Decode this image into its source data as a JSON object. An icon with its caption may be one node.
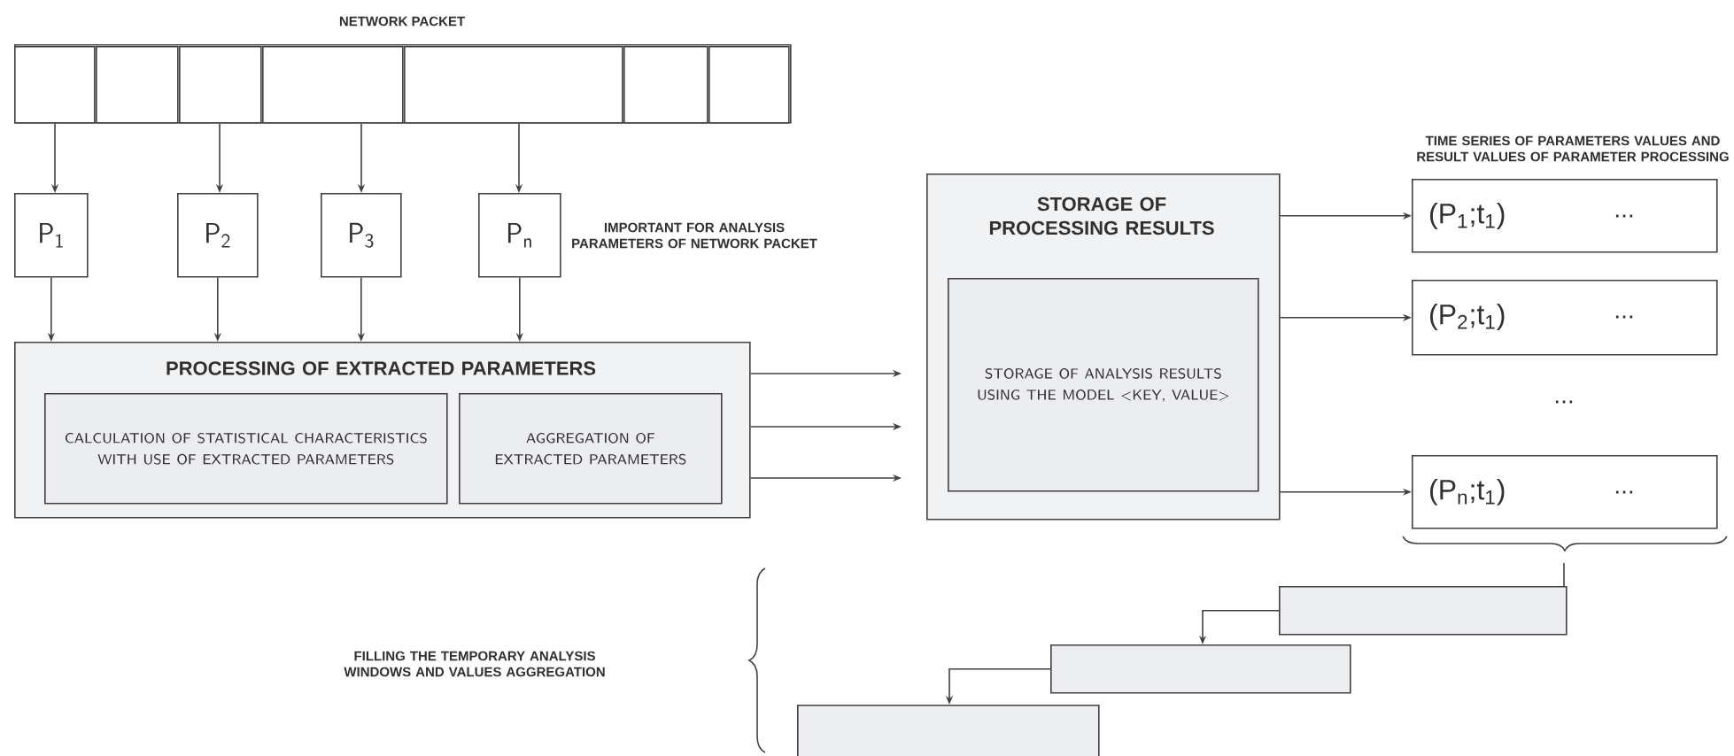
{
  "diagram": {
    "nodes": [
      {
        "text": [
          "NETWORK PACKET"
        ]
      },
      {
        "text": [],
        "shape": "box",
        "in": 0
      },
      {
        "text": [],
        "shape": "box",
        "in": 0
      },
      {
        "text": [],
        "shape": "box",
        "in": 0
      },
      {
        "text": [],
        "shape": "box",
        "in": 0
      },
      {
        "text": [],
        "shape": "box",
        "in": 0
      },
      {
        "text": [],
        "shape": "box",
        "in": 0
      },
      {
        "text": [],
        "shape": "box",
        "in": 0
      },
      {
        "text": [
          "P$_{1}$"
        ]
      },
      {
        "text": [
          "P$_{2}$"
        ]
      },
      {
        "text": [
          "P$_{3}$"
        ]
      },
      {
        "text": [
          "P$_{n}$"
        ],
        "beside": [
          "IMPORTANT FOR ANALYSIS PARAMETERS OF NETWORK PACKET"
        ]
      },
      {
        "text": [
          "PROCESSING OF EXTRACTED PARAMETERS"
        ]
      },
      {
        "text": [
          "CALCULATION OF STATISTICAL CHARACTERISTICS WITH USE OF EXTRACTED PARAMETERS"
        ],
        "in": 12
      },
      {
        "text": [
          "AGGREGATION OF EXTRACTED PARAMETERS"
        ],
        "in": 12
      },
      {
        "text": [
          "STORAGE OF PROCESSING RESULTS"
        ]
      },
      {
        "text": [
          "STORAGE OF ANALYSIS RESULTS USING THE MODEL <KEY, VALUE>"
        ],
        "in": 15
      },
      {
        "text": [
          "(P$_{1}$;t$_{1}$)",
          "..."
        ]
      },
      {
        "text": [
          "(P$_{2}$;t$_{1}$)",
          "..."
        ]
      },
      {
        "text": [
          "(P$_{n}$;t$_{1}$)",
          "..."
        ]
      },
      {
        "text": [],
        "shape": "box"
      },
      {
        "text": [],
        "shape": "box"
      },
      {
        "text": [],
        "shape": "box"
      }
    ],
    "edges": [
      {
        "from": 1,
        "to": 8,
        "arrow": "to"
      },
      {
        "from": 3,
        "to": 9,
        "arrow": "to"
      },
      {
        "from": 4,
        "to": 10,
        "arrow": "to"
      },
      {
        "from": 5,
        "to": 11,
        "arrow": "to"
      },
      {
        "from": 8,
        "to": 12,
        "arrow": "to"
      },
      {
        "from": 9,
        "to": 12,
        "arrow": "to"
      },
      {
        "from": 10,
        "to": 12,
        "arrow": "to"
      },
      {
        "from": 11,
        "to": 12,
        "arrow": "to"
      },
      {
        "from": 12,
        "to": 15,
        "arrow": "to"
      },
      {
        "from": 12,
        "to": 15,
        "arrow": "to"
      },
      {
        "from": 12,
        "to": 15,
        "arrow": "to"
      },
      {
        "from": 15,
        "to": 17,
        "arrow": "to"
      },
      {
        "from": 15,
        "to": 18,
        "arrow": "to"
      },
      {
        "from": 15,
        "to": 19,
        "arrow": "to"
      },
      {
        "from": 20,
        "to": 21,
        "arrow": "to"
      },
      {
        "from": 21,
        "to": 22,
        "arrow": "to"
      }
    ],
    "labels": [
      "TIME SERIES OF PARAMETERS VALUES AND RESULT VALUES OF PARAMETER PROCESSING",
      "...",
      "FILLING THE TEMPORARY ANALYSIS WINDOWS AND VALUES AGGREGATION"
    ]
  }
}
